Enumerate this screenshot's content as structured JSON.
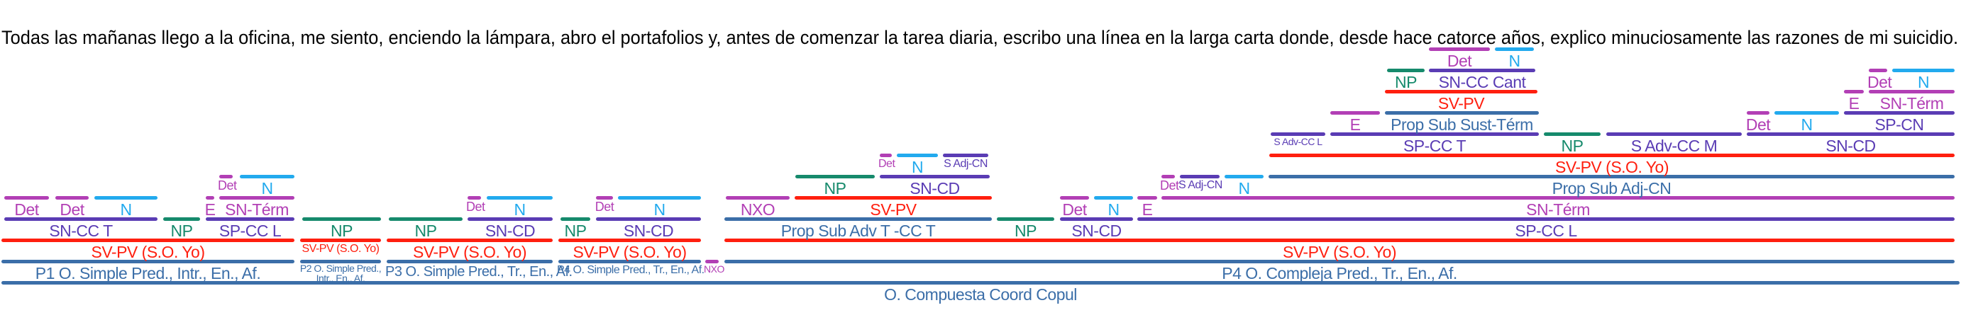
{
  "sentence": "Todas las mañanas llego a la oficina, me siento, enciendo la lámpara, abro el portafolios y, antes de comenzar la tarea diaria, escribo una línea en la larga carta donde, desde hace catorce años, explico minuciosamente las razones de mi suicidio.",
  "colors": {
    "red": "#ff1f0f",
    "blue": "#3b6ea8",
    "purple": "#5a3cb4",
    "magenta": "#b23fb5",
    "cyan": "#22aaee",
    "teal": "#168a6c"
  },
  "segments": [
    {
      "label": "O. Compuesta Coord Copul",
      "color": "blue"
    },
    {
      "label": "P1 O. Simple Pred., Intr., En., Af.",
      "color": "blue"
    },
    {
      "label": "P2 O. Simple Pred., Intr., En., Af.",
      "color": "blue"
    },
    {
      "label": "P3 O. Simple Pred., Tr., En., Af.",
      "color": "blue"
    },
    {
      "label": "P4 O. Simple Pred., Tr., En., Af.",
      "color": "blue"
    },
    {
      "label": "NXO",
      "color": "magenta"
    },
    {
      "label": "P4 O. Compleja Pred., Tr., En., Af.",
      "color": "blue"
    },
    {
      "label": "SV-PV (S.O. Yo)",
      "color": "red"
    },
    {
      "label": "SV-PV (S.O. Yo)",
      "color": "red"
    },
    {
      "label": "SV-PV (S.O. Yo)",
      "color": "red"
    },
    {
      "label": "SV-PV (S.O. Yo)",
      "color": "red"
    },
    {
      "label": "SV-PV (S.O. Yo)",
      "color": "red"
    },
    {
      "label": "SN-CC T",
      "color": "purple"
    },
    {
      "label": "NP",
      "color": "teal"
    },
    {
      "label": "SP-CC L",
      "color": "purple"
    },
    {
      "label": "NP",
      "color": "teal"
    },
    {
      "label": "NP",
      "color": "teal"
    },
    {
      "label": "SN-CD",
      "color": "purple"
    },
    {
      "label": "NP",
      "color": "teal"
    },
    {
      "label": "SN-CD",
      "color": "purple"
    },
    {
      "label": "Prop Sub Adv T -CC T",
      "color": "blue"
    },
    {
      "label": "NP",
      "color": "teal"
    },
    {
      "label": "SN-CD",
      "color": "purple"
    },
    {
      "label": "SP-CC L",
      "color": "purple"
    },
    {
      "label": "Det",
      "color": "magenta"
    },
    {
      "label": "Det",
      "color": "magenta"
    },
    {
      "label": "N",
      "color": "cyan"
    },
    {
      "label": "E",
      "color": "magenta"
    },
    {
      "label": "SN-Térm",
      "color": "magenta"
    },
    {
      "label": "Det",
      "color": "magenta"
    },
    {
      "label": "N",
      "color": "cyan"
    },
    {
      "label": "Det",
      "color": "magenta"
    },
    {
      "label": "N",
      "color": "cyan"
    },
    {
      "label": "NXO",
      "color": "magenta"
    },
    {
      "label": "SV-PV",
      "color": "red"
    },
    {
      "label": "Det",
      "color": "magenta"
    },
    {
      "label": "N",
      "color": "cyan"
    },
    {
      "label": "E",
      "color": "magenta"
    },
    {
      "label": "SN-Térm",
      "color": "magenta"
    },
    {
      "label": "Det",
      "color": "magenta"
    },
    {
      "label": "N",
      "color": "cyan"
    },
    {
      "label": "NP",
      "color": "teal"
    },
    {
      "label": "SN-CD",
      "color": "purple"
    },
    {
      "label": "Det",
      "color": "magenta"
    },
    {
      "label": "S Adj-CN",
      "color": "purple"
    },
    {
      "label": "N",
      "color": "cyan"
    },
    {
      "label": "Prop Sub Adj-CN",
      "color": "blue"
    },
    {
      "label": "Det",
      "color": "magenta"
    },
    {
      "label": "N",
      "color": "cyan"
    },
    {
      "label": "S Adj-CN",
      "color": "purple"
    },
    {
      "label": "SV-PV (S.O. Yo)",
      "color": "red"
    },
    {
      "label": "S Adv-CC L",
      "color": "purple"
    },
    {
      "label": "SP-CC T",
      "color": "purple"
    },
    {
      "label": "NP",
      "color": "teal"
    },
    {
      "label": "S Adv-CC M",
      "color": "purple"
    },
    {
      "label": "SN-CD",
      "color": "purple"
    },
    {
      "label": "E",
      "color": "magenta"
    },
    {
      "label": "Prop Sub Sust-Térm",
      "color": "blue"
    },
    {
      "label": "Det",
      "color": "magenta"
    },
    {
      "label": "N",
      "color": "cyan"
    },
    {
      "label": "SP-CN",
      "color": "purple"
    },
    {
      "label": "SV-PV",
      "color": "red"
    },
    {
      "label": "E",
      "color": "magenta"
    },
    {
      "label": "SN-Térm",
      "color": "magenta"
    },
    {
      "label": "NP",
      "color": "teal"
    },
    {
      "label": "SN-CC Cant",
      "color": "purple"
    },
    {
      "label": "Det",
      "color": "magenta"
    },
    {
      "label": "N",
      "color": "cyan"
    },
    {
      "label": "Det",
      "color": "magenta"
    },
    {
      "label": "N",
      "color": "cyan"
    }
  ]
}
